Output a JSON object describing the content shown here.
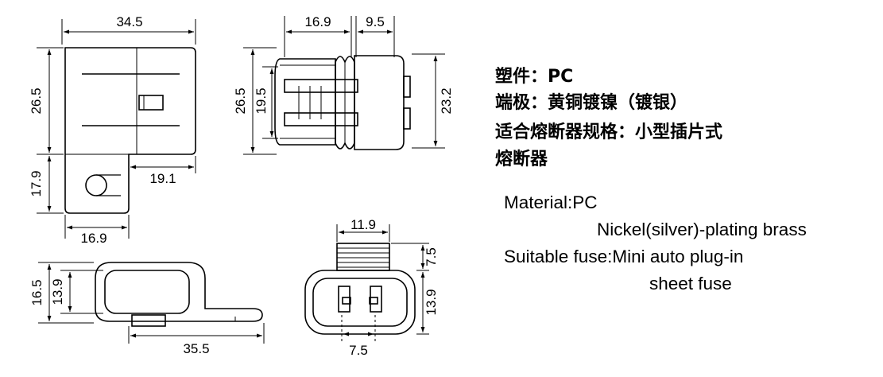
{
  "dimensions": {
    "top_view_width": "34.5",
    "top_view_height": "26.5",
    "tab_height": "17.9",
    "tab_width": "16.9",
    "tab_offset": "19.1",
    "side_body_length": "16.9",
    "side_terminal_length": "9.5",
    "side_outer_height": "26.5",
    "side_inner_height": "19.5",
    "side_terminal_span": "23.2",
    "bottom_outer_height": "16.5",
    "bottom_inner_height": "13.9",
    "bottom_length": "35.5",
    "end_neck_width": "11.9",
    "end_neck_height": "7.5",
    "end_body_height": "13.9",
    "end_pin_pitch": "7.5"
  },
  "spec_cn": {
    "line1": "塑件：PC",
    "line2": "端极：黄铜镀镍（镀银）",
    "line3": "适合熔断器规格：小型插片式",
    "line4": "熔断器"
  },
  "spec_en": {
    "line1": "Material:PC",
    "line2": "Nickel(silver)-plating brass",
    "line3": "Suitable fuse:Mini auto plug-in",
    "line4": "sheet fuse"
  }
}
